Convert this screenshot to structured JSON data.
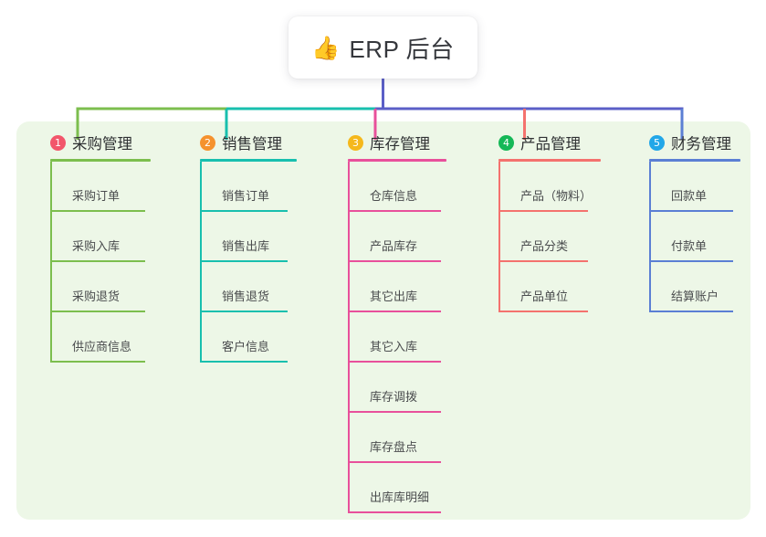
{
  "root": {
    "icon": "thumbs-up-icon",
    "emoji": "👍",
    "title": "ERP 后台"
  },
  "palette": {
    "page_background": "#ffffff",
    "panel_background": "#edf7e7",
    "title_text": "#35373c",
    "green": "#7cbe4e",
    "teal": "#18bfae",
    "pink": "#e8509b",
    "salmon": "#f4726e",
    "blue": "#5b7fd4",
    "purple": "#5b5fc7",
    "badge1": "#f2566b",
    "badge2": "#f5922e",
    "badge3": "#f5b81c",
    "badge4": "#15b857",
    "badge5": "#22a7e8"
  },
  "columns": [
    {
      "number": "1",
      "title": "采购管理",
      "badge_color": "#f2566b",
      "line_color": "#7cbe4e",
      "items": [
        {
          "label": "采购订单"
        },
        {
          "label": "采购入库"
        },
        {
          "label": "采购退货"
        },
        {
          "label": "供应商信息"
        }
      ]
    },
    {
      "number": "2",
      "title": "销售管理",
      "badge_color": "#f5922e",
      "line_color": "#18bfae",
      "items": [
        {
          "label": "销售订单"
        },
        {
          "label": "销售出库"
        },
        {
          "label": "销售退货"
        },
        {
          "label": "客户信息"
        }
      ]
    },
    {
      "number": "3",
      "title": "库存管理",
      "badge_color": "#f5b81c",
      "line_color": "#e8509b",
      "items": [
        {
          "label": "仓库信息"
        },
        {
          "label": "产品库存"
        },
        {
          "label": "其它出库"
        },
        {
          "label": "其它入库"
        },
        {
          "label": "库存调拨"
        },
        {
          "label": "库存盘点"
        },
        {
          "label": "出库库明细"
        }
      ]
    },
    {
      "number": "4",
      "title": "产品管理",
      "badge_color": "#15b857",
      "line_color": "#f4726e",
      "items": [
        {
          "label": "产品（物料）"
        },
        {
          "label": "产品分类"
        },
        {
          "label": "产品单位"
        }
      ]
    },
    {
      "number": "5",
      "title": "财务管理",
      "badge_color": "#22a7e8",
      "line_color": "#5b7fd4",
      "items": [
        {
          "label": "回款单"
        },
        {
          "label": "付款单"
        },
        {
          "label": "结算账户"
        }
      ]
    }
  ]
}
